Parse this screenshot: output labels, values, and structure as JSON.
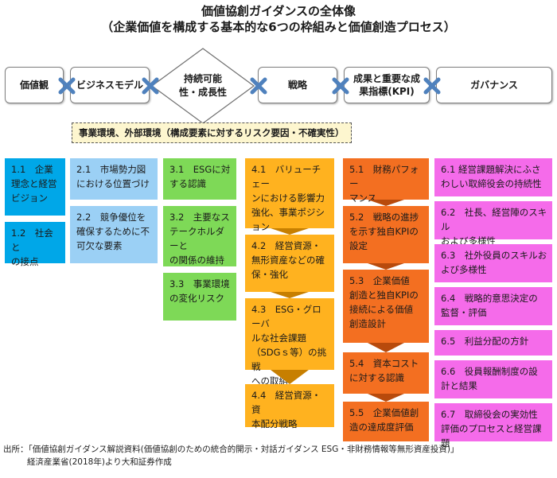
{
  "title": {
    "line1": "価値協創ガイダンスの全体像",
    "line2": "（企業価値を構成する基本的な6つの枠組みと価値創造プロセス）"
  },
  "header": {
    "kachikan": "価値観",
    "business_model": "ビジネスモデル",
    "sustainability": "持続可能\n性・成長性",
    "strategy": "戦略",
    "kpi": "成果と重要な成\n果指標(KPI)",
    "governance": "ガバナンス"
  },
  "environment_bar": "事業環境、外部環境（構成要素に対するリスク要因・不確実性）",
  "columns": {
    "col1": [
      "1.1　企業\n理念と経営\nビジョン",
      "1.2　社会と\nの接点"
    ],
    "col2": [
      "2.1　市場勢力図\nにおける位置づけ",
      "2.2　競争優位を\n確保するために不\n可欠な要素"
    ],
    "col3": [
      "3.1　ESGに対\nする認識",
      "3.2　主要なス\nテークホルダーと\nの関係の維持",
      "3.3　事業環境\nの変化リスク"
    ],
    "col4": [
      "4.1　バリューチェー\nンにおける影響力\n強化、事業ポジション\nの改善",
      "4.2　経営資源・\n無形資産などの確\n保・強化",
      "4.3　ESG・グローバ\nルな社会課題\n（SDGｓ等）の挑戦\nへの取組",
      "4.4　経営資源・資\n本配分戦略"
    ],
    "col5": [
      "5.1　財務パフォー\nマンス",
      "5.2　戦略の進捗\nを示す独自KPIの\n設定",
      "5.3　企業価値\n創造と独自KPIの\n接続による価値\n創造設計",
      "5.4　資本コスト\nに対する認識",
      "5.5　企業価値創\n造の達成度評価"
    ],
    "col6": [
      "6.1 経営課題解決にふさ\nわしい取締役会の持続性",
      "6.2　社長、経営陣のスキル\nおよび多様性",
      "6.3　社外役員のスキルお\nよび多様性",
      "6.4　戦略的意思決定の\n監督・評価",
      "6.5　利益分配の方針",
      "6.6　役員報酬制度の設\n計と結果",
      "6.7　取締役会の実効性\n評価のプロセスと経営課題"
    ]
  },
  "source": {
    "line1": "出所：「価値協創ガイダンス解説資料(価値協創のための統合的開示・対話ガイダンス ESG・非財務情報等無形資産投資)」",
    "line2": "経済産業省(2018年)より大和証券作成"
  },
  "colors": {
    "col1": "#00a7e8",
    "col2": "#9bd0f5",
    "col3": "#7ed957",
    "col4": "#ffb21f",
    "col5": "#f36f21",
    "col6": "#f56bea",
    "connector": "#4f81bd",
    "env_bg": "#fdf6cf"
  },
  "icons": {
    "connector": "x-connector-icon",
    "flow_arrow": "down-arrow-icon"
  }
}
